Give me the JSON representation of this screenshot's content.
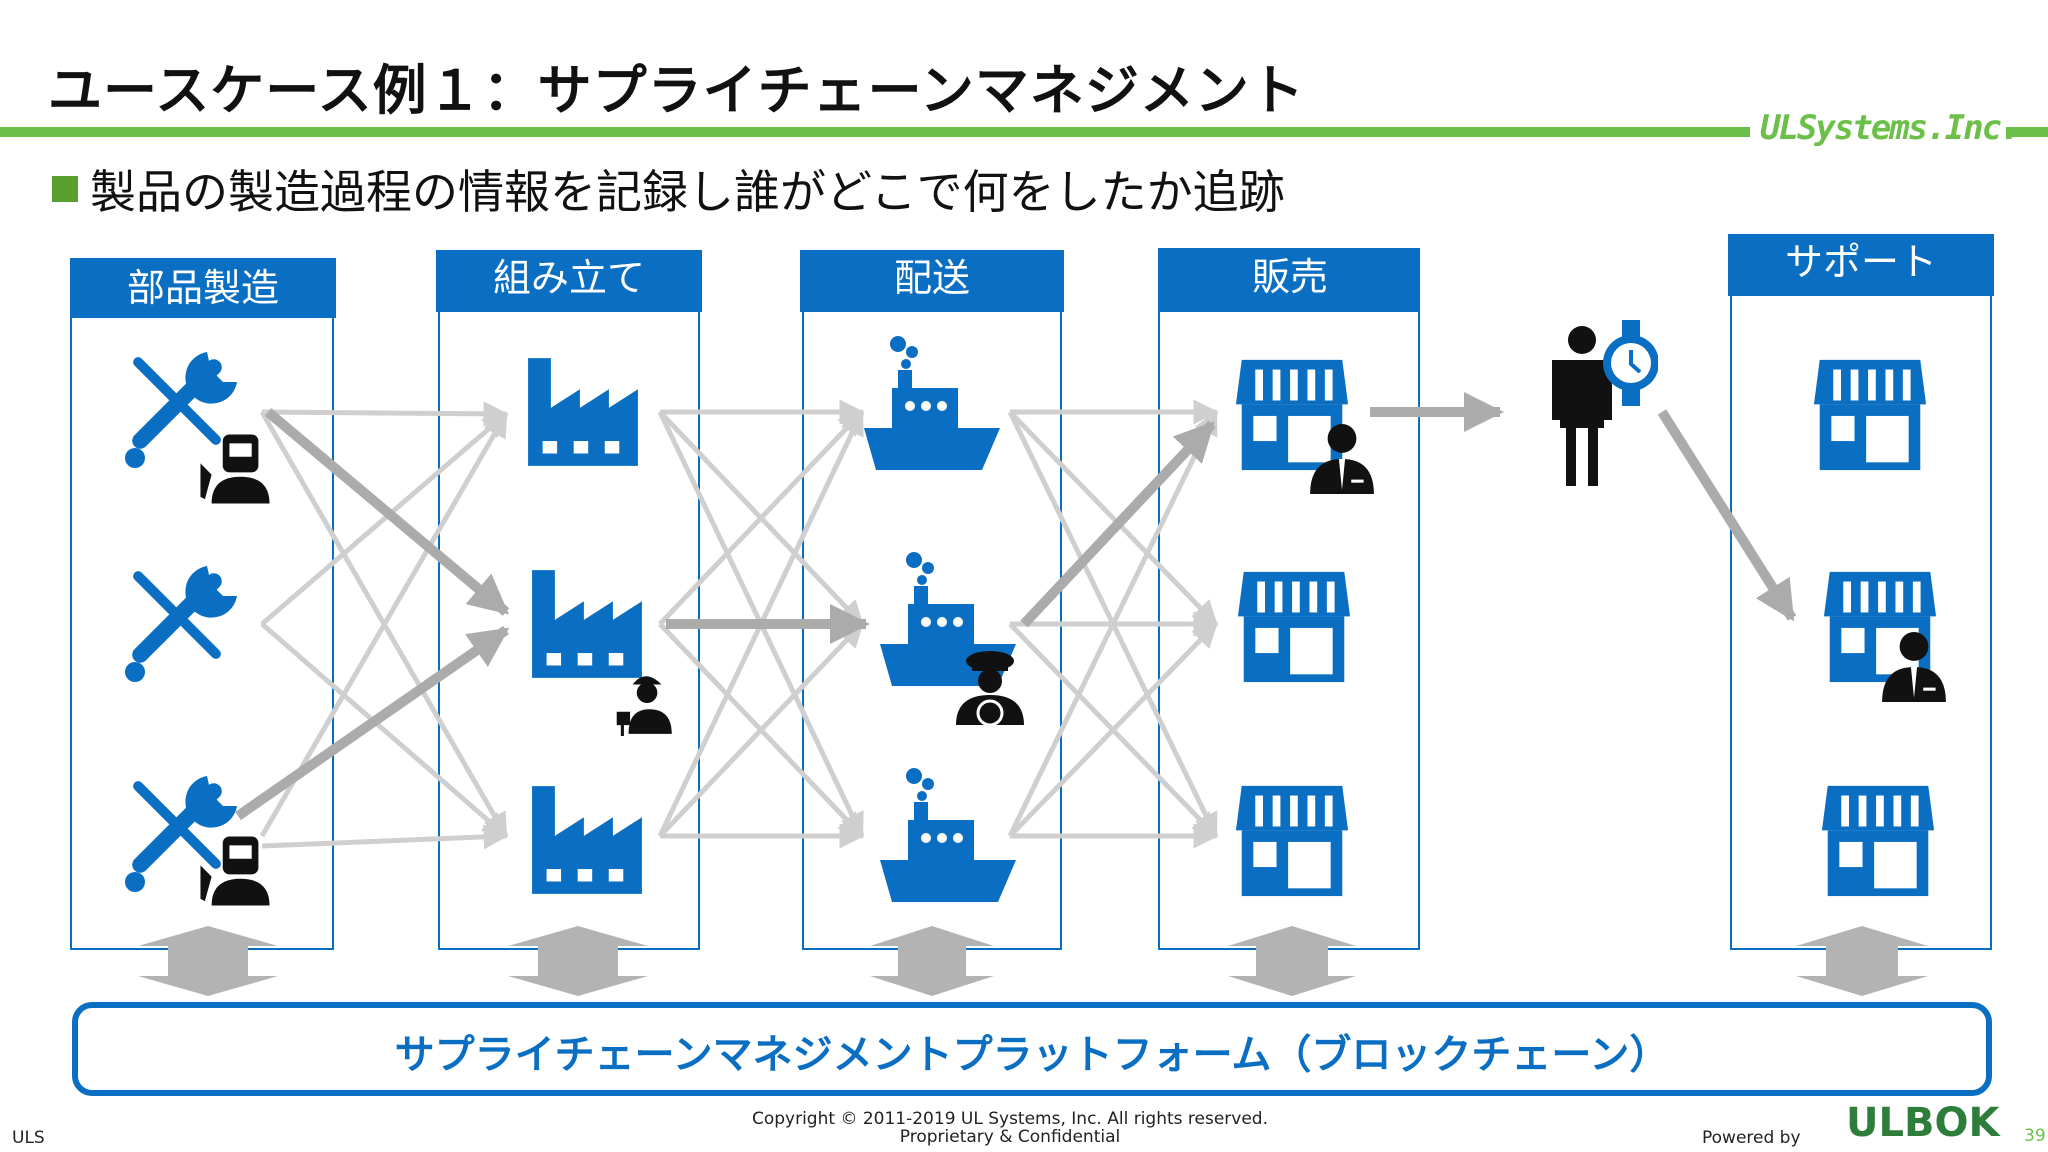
{
  "title": "ユースケース例１：サプライチェーンマネジメント",
  "logo_text": "ULSystems.Inc.",
  "bullet": "製品の製造過程の情報を記録し誰がどこで何をしたか追跡",
  "columns": [
    {
      "label": "部品製造",
      "items": [
        "tools-worker-icon",
        "tools-icon",
        "tools-worker-icon"
      ]
    },
    {
      "label": "組み立て",
      "items": [
        "factory-icon",
        "factory-worker-icon",
        "factory-icon"
      ]
    },
    {
      "label": "配送",
      "items": [
        "ship-icon",
        "ship-captain-icon",
        "ship-icon"
      ]
    },
    {
      "label": "販売",
      "items": [
        "store-clerk-icon",
        "store-icon",
        "store-icon"
      ]
    },
    {
      "label": "サポート",
      "items": [
        "store-icon",
        "store-clerk-icon",
        "store-icon"
      ]
    }
  ],
  "customer_icon": "person-watch-icon",
  "platform_label": "サプライチェーンマネジメントプラットフォーム（ブロックチェーン）",
  "footer": {
    "left": "ULS",
    "copyright": "Copyright © 2011-2019 UL Systems, Inc.  All rights reserved.",
    "confidential": "Proprietary & Confidential",
    "powered": "Powered by",
    "brand": "ULBOK",
    "page": "39"
  },
  "colors": {
    "blue": "#0a6fc2",
    "green": "#6cc04a",
    "arrow": "#b3b3b3",
    "arrow_light": "#cfcfcf"
  }
}
